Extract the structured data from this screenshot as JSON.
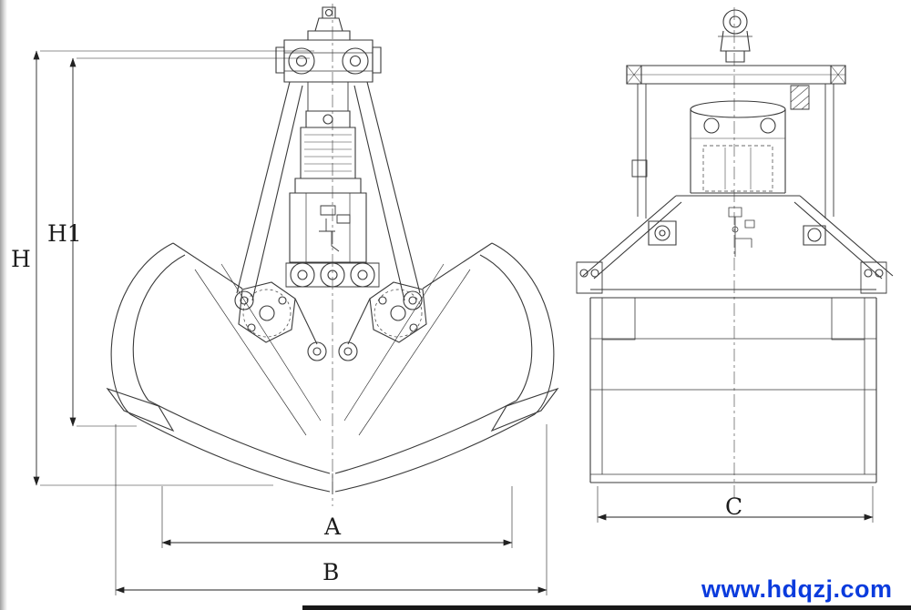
{
  "dimensions": {
    "h": "H",
    "h1": "H1",
    "a": "A",
    "b": "B",
    "c": "C"
  },
  "watermark": {
    "text": "www.hdqzj.com",
    "color": "#0a3bdd"
  },
  "drawing_colors": {
    "line": "#3a3a3a",
    "dimension_line": "#222222",
    "background": "#ffffff"
  }
}
